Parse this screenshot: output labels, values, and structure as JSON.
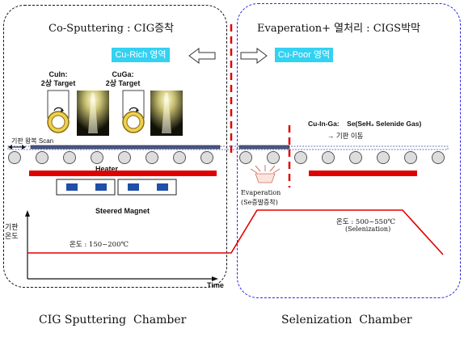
{
  "left_panel": {
    "title": "Co-Sputtering : CIG증착",
    "badge": "Cu-Rich 영역",
    "target_cuin": "CuIn:\n2상 Target",
    "target_cuga": "CuGa:\n2상 Target",
    "scan_label": "기판 왕복 Scan",
    "heater_label": "Heater",
    "magnet_label": "Steered Magnet",
    "temp_label": "온도 : 150~200℃"
  },
  "right_panel": {
    "title": "Evaperation+ 열처리 : CIGS박막",
    "badge": "Cu-Poor 영역",
    "gas_label": "Cu-In-Ga:    Se(SeH₂ Selenide Gas)",
    "substrate_move": "→ 기판 이동",
    "temp_label": "온도 : 500~550℃",
    "temp_sub": "(Selenization)"
  },
  "evap": {
    "line1": "Evaperation",
    "line2": "(Se증발증착)"
  },
  "axis": {
    "y_label": "기판\n온도",
    "x_label": "Time"
  },
  "captions": {
    "left": "CIG Sputtering  Chamber",
    "right": "Selenization  Chamber"
  },
  "colors": {
    "left_border": "#111111",
    "right_border": "#2a2ae0",
    "heater": "#e00000",
    "badge_bg": "#33d1f2",
    "magnet": "#1f4fa8",
    "profile": "#e00000"
  }
}
